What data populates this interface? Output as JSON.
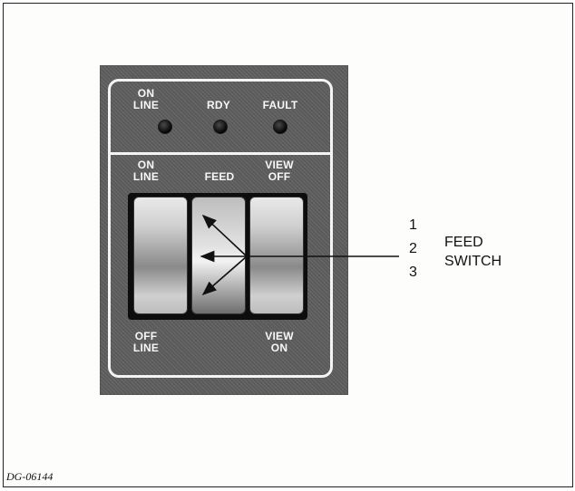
{
  "panel": {
    "indicators": [
      {
        "label": "ON\nLINE"
      },
      {
        "label": "RDY"
      },
      {
        "label": "FAULT"
      }
    ],
    "switch_top_labels": [
      "ON\nLINE",
      "FEED",
      "VIEW\nOFF"
    ],
    "switch_bottom_labels": [
      "OFF\nLINE",
      "VIEW\nON"
    ]
  },
  "callout": {
    "positions": [
      "1",
      "2",
      "3"
    ],
    "name_line1": "FEED",
    "name_line2": "SWITCH"
  },
  "figure_id": "DG-06144"
}
